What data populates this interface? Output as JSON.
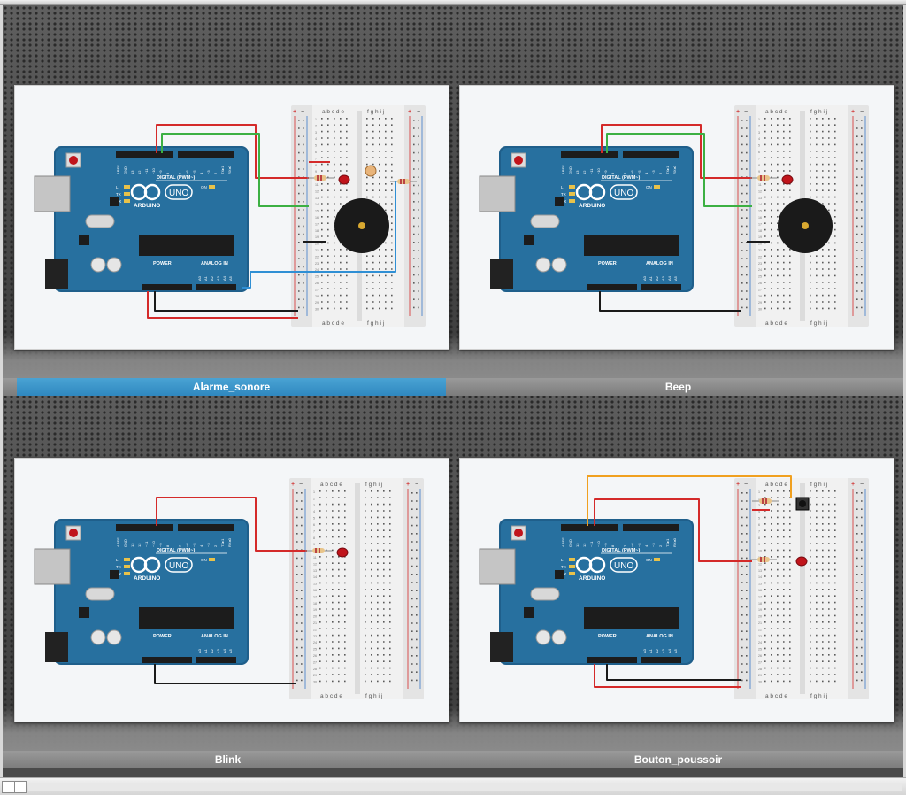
{
  "tabs": [
    {
      "label": "Alarme_sonore",
      "active": true
    },
    {
      "label": "Beep",
      "active": false
    },
    {
      "label": "Blink",
      "active": false
    },
    {
      "label": "Bouton_poussoir",
      "active": false
    }
  ],
  "board": {
    "brand": "ARDUINO",
    "model": "UNO",
    "digital_label": "DIGITAL (PWM~)",
    "power_label": "POWER",
    "analog_label": "ANALOG IN",
    "pin_labels": [
      "AREF",
      "GND",
      "13",
      "12",
      "~11",
      "~10",
      "~9",
      "8",
      "7",
      "~6",
      "~5",
      "4",
      "~3",
      "2",
      "TX▸1",
      "RX◂0"
    ],
    "led_labels": [
      "L",
      "TX",
      "RX",
      "ON"
    ],
    "analog_pins": [
      "A0",
      "A1",
      "A2",
      "A3",
      "A4",
      "A5"
    ]
  },
  "breadboard": {
    "columns_left": "a b c d e",
    "columns_right": "f g h i j",
    "row_numbers": [
      "1",
      "2",
      "3",
      "4",
      "5",
      "6",
      "7",
      "8",
      "9",
      "10",
      "11",
      "12",
      "13",
      "14",
      "15",
      "16",
      "17",
      "18",
      "19",
      "20",
      "21",
      "22",
      "23",
      "24",
      "25",
      "26",
      "27",
      "28",
      "29",
      "30"
    ],
    "rail_plus": "+",
    "rail_minus": "−"
  },
  "colors": {
    "active_tab": "#2f88c0",
    "board_blue": "#1f5f8b",
    "wire_red": "#d42a2a",
    "wire_green": "#3cb043",
    "wire_black": "#1a1a1a",
    "wire_blue": "#2f8fd4",
    "wire_orange": "#f0a020",
    "led_red": "#c0141b"
  }
}
